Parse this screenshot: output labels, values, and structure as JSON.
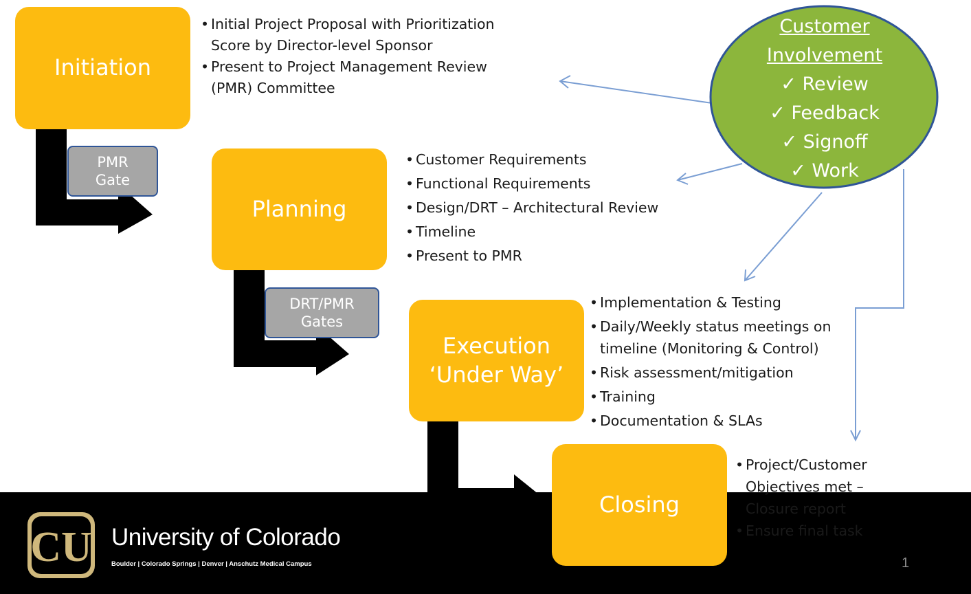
{
  "phases": {
    "initiation": "Initiation",
    "planning": "Planning",
    "execution_line1": "Execution",
    "execution_line2": "‘Under Way’",
    "closing": "Closing"
  },
  "gates": {
    "pmr_line1": "PMR",
    "pmr_line2": "Gate",
    "drt_line1": "DRT/PMR",
    "drt_line2": "Gates"
  },
  "initiation_bullets": [
    "Initial Project Proposal with Prioritization Score by Director-level Sponsor",
    "Present to Project Management Review (PMR) Committee"
  ],
  "planning_bullets": [
    "Customer Requirements",
    "Functional Requirements",
    "Design/DRT – Architectural Review",
    "Timeline",
    "Present to PMR"
  ],
  "execution_bullets": [
    "Implementation & Testing",
    "Daily/Weekly status meetings on timeline  (Monitoring & Control)",
    "Risk assessment/mitigation",
    "Training",
    "Documentation & SLAs"
  ],
  "closing_bullets": [
    "Project/Customer Objectives met – Closure report",
    "Ensure final task"
  ],
  "customer": {
    "title_line1": "Customer",
    "title_line2": "Involvement",
    "items": [
      "Review",
      "Feedback",
      "Signoff",
      "Work"
    ]
  },
  "footer": {
    "university": "University of Colorado",
    "campuses": "Boulder | Colorado Springs | Denver | Anschutz Medical Campus",
    "logo_letters": "CU"
  },
  "slide_number": "1",
  "colors": {
    "phase_fill": "#fdbb10",
    "gate_fill": "#a6a6a6",
    "gate_border": "#2f5597",
    "circle_fill": "#8cb63c",
    "circle_border": "#2f5597",
    "connector": "#7a9ed3",
    "logo_gold": "#cfb87c"
  }
}
